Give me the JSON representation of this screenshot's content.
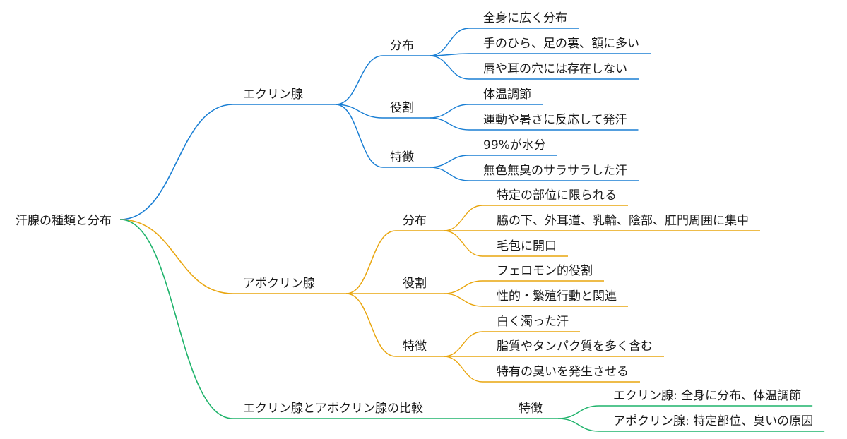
{
  "colors": {
    "blue": "#1a7fd4",
    "orange": "#e9a60f",
    "green": "#1fb36b",
    "text": "#1a1a1a"
  },
  "root": {
    "label": "汗腺の種類と分布"
  },
  "branches": [
    {
      "label": "エクリン腺",
      "color": "#1a7fd4",
      "groups": [
        {
          "label": "分布",
          "items": [
            "全身に広く分布",
            "手のひら、足の裏、額に多い",
            "唇や耳の穴には存在しない"
          ]
        },
        {
          "label": "役割",
          "items": [
            "体温調節",
            "運動や暑さに反応して発汗"
          ]
        },
        {
          "label": "特徴",
          "items": [
            "99%が水分",
            "無色無臭のサラサラした汗"
          ]
        }
      ]
    },
    {
      "label": "アポクリン腺",
      "color": "#e9a60f",
      "groups": [
        {
          "label": "分布",
          "items": [
            "特定の部位に限られる",
            "脇の下、外耳道、乳輪、陰部、肛門周囲に集中",
            "毛包に開口"
          ]
        },
        {
          "label": "役割",
          "items": [
            "フェロモン的役割",
            "性的・繁殖行動と関連"
          ]
        },
        {
          "label": "特徴",
          "items": [
            "白く濁った汗",
            "脂質やタンパク質を多く含む",
            "特有の臭いを発生させる"
          ]
        }
      ]
    },
    {
      "label": "エクリン腺とアポクリン腺の比較",
      "color": "#1fb36b",
      "groups": [
        {
          "label": "特徴",
          "items": [
            "エクリン腺: 全身に分布、体温調節",
            "アポクリン腺: 特定部位、臭いの原因"
          ]
        }
      ]
    }
  ]
}
